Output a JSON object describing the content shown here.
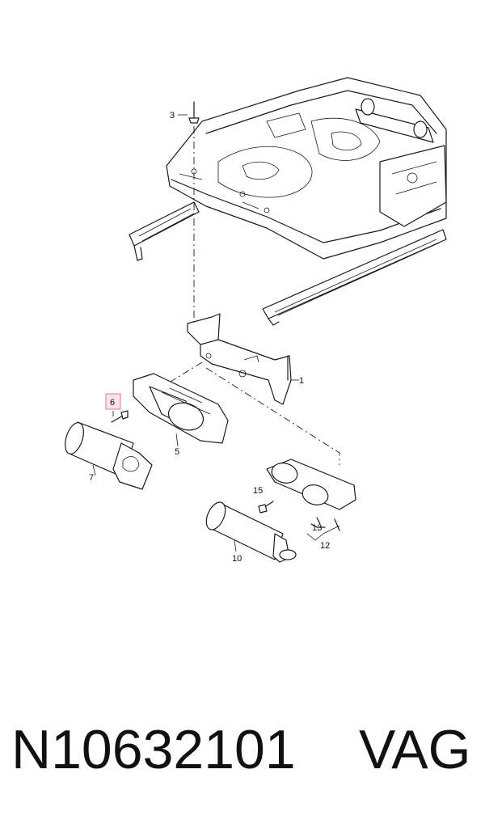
{
  "callouts": {
    "c1": "1",
    "c3": "3",
    "c5": "5",
    "c6": "6",
    "c7": "7",
    "c10": "10",
    "c12": "12",
    "c13": "13",
    "c15": "15"
  },
  "highlight_color": "#e07a9a",
  "part_number": "N10632101",
  "brand": "VAG"
}
